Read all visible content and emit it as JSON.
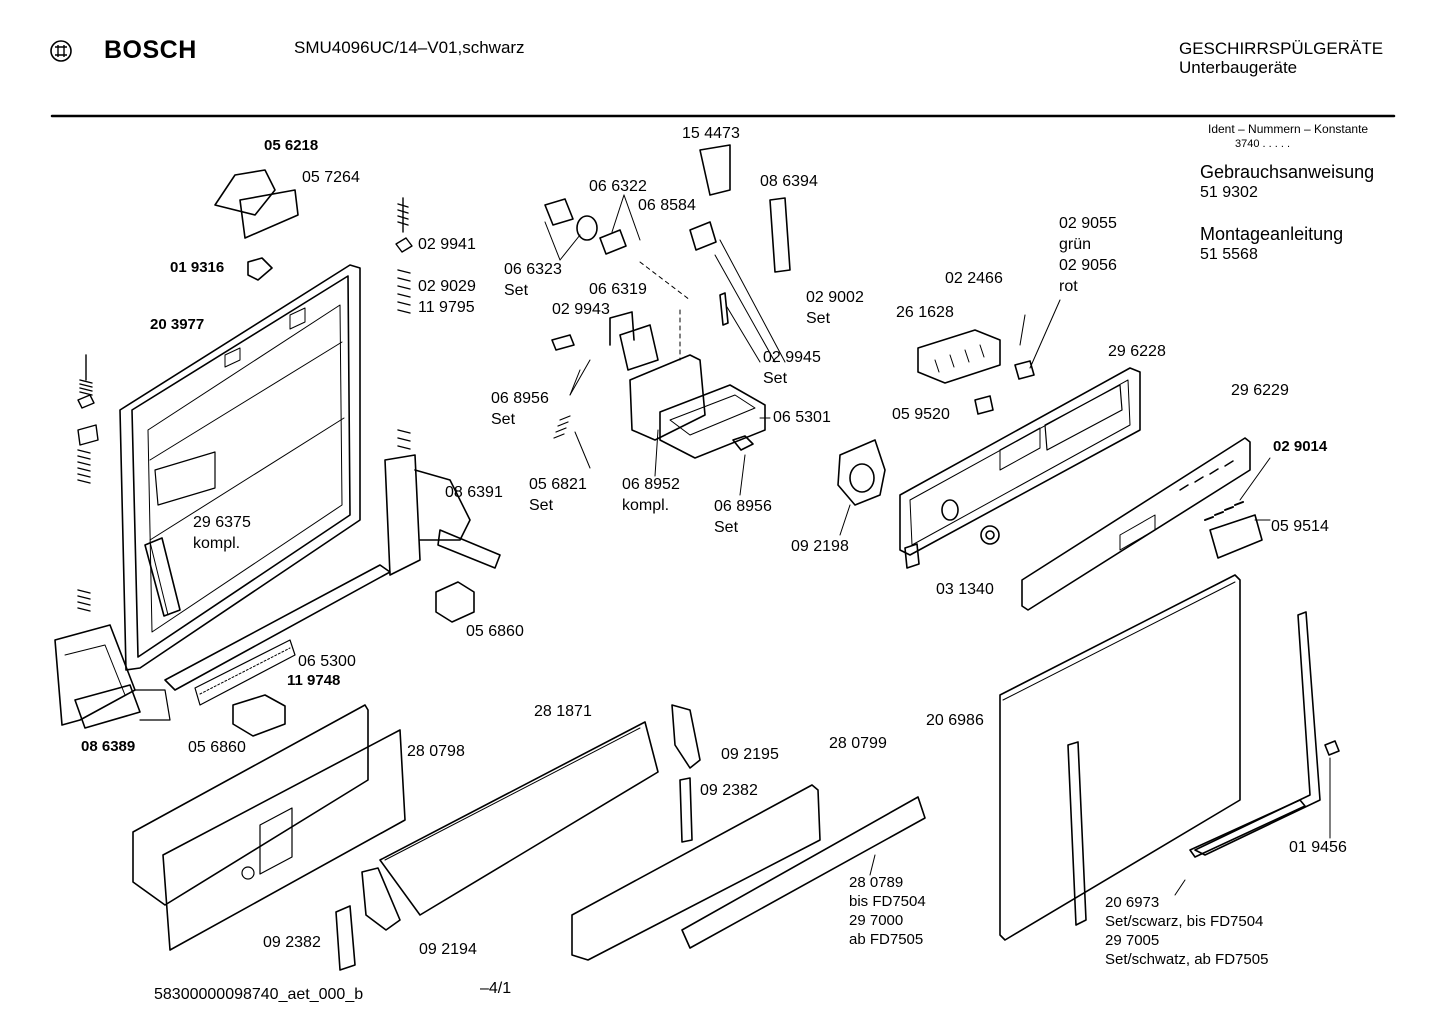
{
  "header": {
    "brand": "BOSCH",
    "model": "SMU4096UC/14–V01,schwarz",
    "category_line1": "GESCHIRRSPÜLGERÄTE",
    "category_line2": "Unterbaugeräte",
    "logo_icon": "bosch-armature-icon"
  },
  "sidebar": {
    "ident_title": "Ident – Nummern – Konstante",
    "ident_value": "3740  .  .   .  .  .",
    "manual_label": "Gebrauchsanweisung",
    "manual_number": "51 9302",
    "install_label": "Montageanleitung",
    "install_number": "51 5568"
  },
  "parts": {
    "p056218": "05 6218",
    "p057264": "05 7264",
    "p019316": "01 9316",
    "p203977": "20 3977",
    "p029941": "02 9941",
    "p029029": "02 9029",
    "p119795": "11 9795",
    "p154473": "15 4473",
    "p066322": "06 6322",
    "p068584": "06 8584",
    "p086394": "08 6394",
    "p066323": "06 6323",
    "set_a": "Set",
    "p066319": "06 6319",
    "p029943": "02 9943",
    "p029002": "02 9002",
    "set_b": "Set",
    "p029945": "02 9945",
    "set_c": "Set",
    "p068956a": "06 8956",
    "set_d": "Set",
    "p065301": "06 5301",
    "p056821": "05 6821",
    "set_e": "Set",
    "p068952": "06 8952",
    "kompl_a": "kompl.",
    "p068956b": "06 8956",
    "set_f": "Set",
    "p029055": "02 9055",
    "gruen": "grün",
    "p029056": "02 9056",
    "rot": "rot",
    "p022466": "02 2466",
    "p261628": "26 1628",
    "p296228": "29 6228",
    "p296229": "29 6229",
    "p059520": "05 9520",
    "p029014": "02 9014",
    "p059514": "05 9514",
    "p092198": "09 2198",
    "p031340": "03 1340",
    "p086391": "08 6391",
    "p296375": "29 6375",
    "kompl_b": "kompl.",
    "p056860a": "05 6860",
    "p065300": "06 5300",
    "p119748": "11 9748",
    "p086389": "08 6389",
    "p056860b": "05 6860",
    "p281871": "28 1871",
    "p280798": "28 0798",
    "p092195": "09 2195",
    "p280799": "28 0799",
    "p092382a": "09 2382",
    "p206986": "20 6986",
    "p019456": "01 9456",
    "p280789": "28 0789",
    "bis_fd7504": "bis FD7504",
    "p297000": "29 7000",
    "ab_fd7505": "ab FD7505",
    "p092382b": "09 2382",
    "p092194": "09 2194",
    "p206973": "20 6973",
    "set_schwarz_bis": "Set/scwarz, bis FD7504",
    "p297005": "29 7005",
    "set_schwatz_ab": "Set/schwatz, ab FD7505"
  },
  "footer": {
    "doc_id": "58300000098740_aet_000_b",
    "page": "–4/1"
  }
}
